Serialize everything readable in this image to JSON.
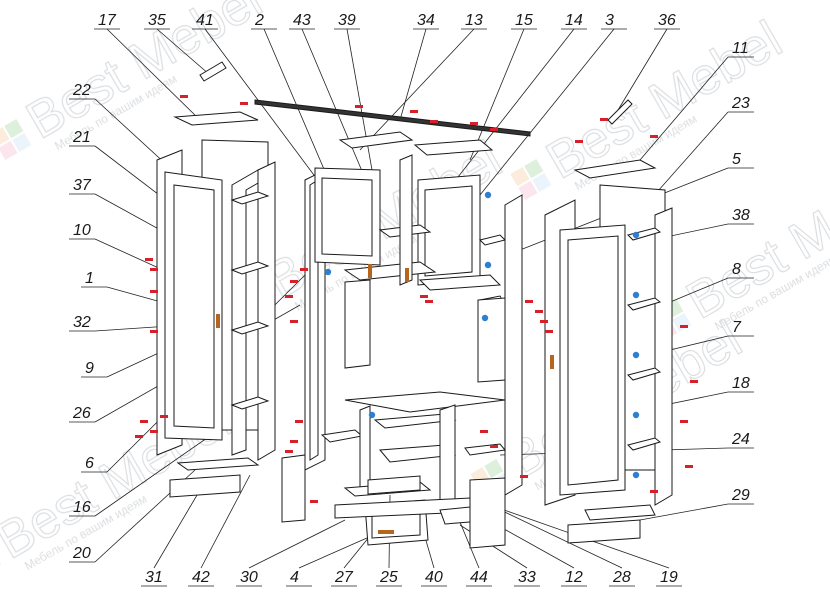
{
  "watermark": {
    "brand": "Best Mebel",
    "tagline": "Мебель по вашим идеям",
    "colors": [
      "#f6c89a",
      "#9ed39b",
      "#f7b6c8",
      "#c9dff3"
    ]
  },
  "labels": {
    "top": [
      "17",
      "35",
      "41",
      "2",
      "43",
      "39",
      "34",
      "13",
      "15",
      "14",
      "3",
      "36"
    ],
    "left": [
      "22",
      "21",
      "37",
      "10",
      "1",
      "32",
      "9",
      "26",
      "6",
      "16",
      "20"
    ],
    "right": [
      "11",
      "23",
      "5",
      "38",
      "8",
      "7",
      "18",
      "24",
      "29"
    ],
    "bottom": [
      "31",
      "42",
      "30",
      "4",
      "27",
      "25",
      "40",
      "44",
      "33",
      "12",
      "28",
      "19"
    ]
  },
  "colors": {
    "line": "#1a1a1a",
    "panel_fill": "#ffffff",
    "hardware_red": "#d8202a",
    "hardware_blue": "#2f7fd1",
    "handle_brown": "#b5651d"
  }
}
